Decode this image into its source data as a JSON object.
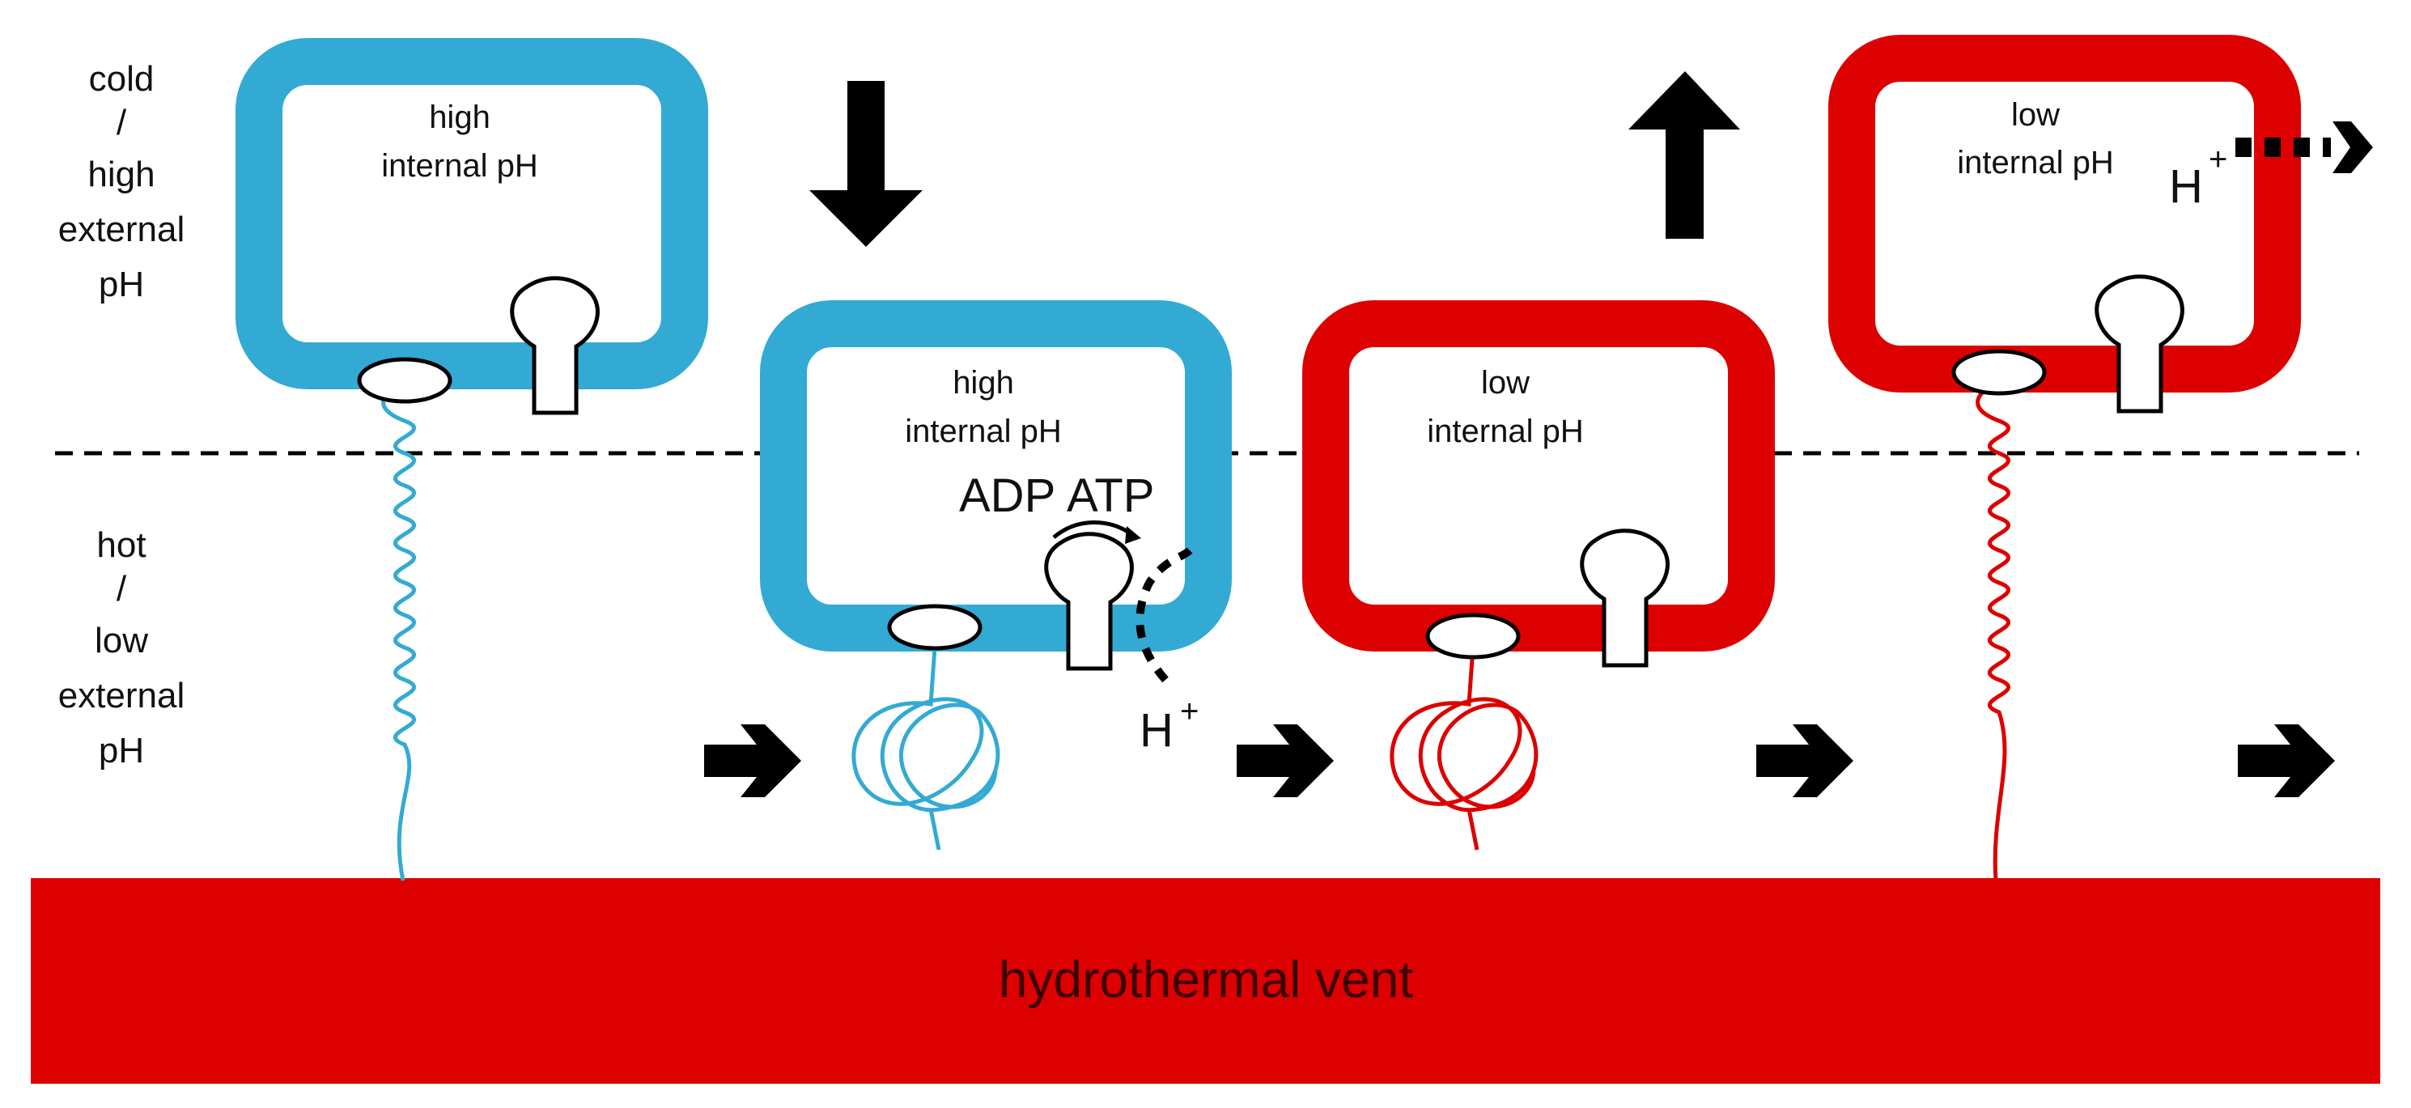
{
  "zones": {
    "cold": [
      "cold",
      "/",
      "high",
      "external",
      "pH"
    ],
    "hot": [
      "hot",
      "/",
      "low",
      "external",
      "pH"
    ]
  },
  "cells": [
    {
      "color": "#33aad3",
      "label": [
        "high",
        "internal pH"
      ],
      "tether": "coil"
    },
    {
      "color": "#33aad3",
      "label": [
        "high",
        "internal pH"
      ],
      "tether": "tangle"
    },
    {
      "color": "#dd0000",
      "label": [
        "low",
        "internal pH"
      ],
      "tether": "tangle"
    },
    {
      "color": "#dd0000",
      "label": [
        "low",
        "internal pH"
      ],
      "tether": "coil"
    }
  ],
  "reaction": {
    "adp": "ADP",
    "atp": "ATP",
    "proton": "H",
    "charge": "+"
  },
  "efflux": {
    "proton": "H",
    "charge": "+"
  },
  "vent": {
    "label": "hydrothermal vent",
    "color": "#dd0000"
  },
  "colors": {
    "cold_cell": "#33aad3",
    "hot_cell": "#dd0000",
    "ink": "#000000"
  },
  "icons": [
    "down-arrow-icon",
    "up-arrow-icon",
    "right-arrow-icon",
    "atp-synthase-icon",
    "tether-coil-icon",
    "tether-tangle-icon"
  ]
}
